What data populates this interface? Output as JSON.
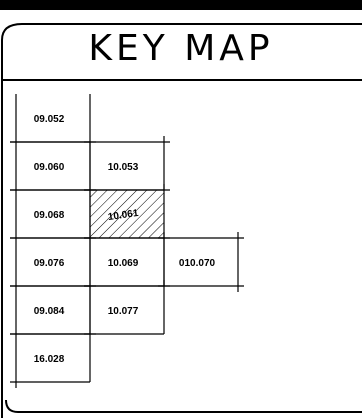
{
  "title": "KEY MAP",
  "cells": [
    {
      "label": "09.052",
      "col": 0,
      "row": 0,
      "hatched": false
    },
    {
      "label": "09.060",
      "col": 0,
      "row": 1,
      "hatched": false
    },
    {
      "label": "10.053",
      "col": 1,
      "row": 1,
      "hatched": false
    },
    {
      "label": "09.068",
      "col": 0,
      "row": 2,
      "hatched": false
    },
    {
      "label": "10.061",
      "col": 1,
      "row": 2,
      "hatched": true
    },
    {
      "label": "09.076",
      "col": 0,
      "row": 3,
      "hatched": false
    },
    {
      "label": "10.069",
      "col": 1,
      "row": 3,
      "hatched": false
    },
    {
      "label": "010.070",
      "col": 2,
      "row": 3,
      "hatched": false
    },
    {
      "label": "09.084",
      "col": 0,
      "row": 4,
      "hatched": false
    },
    {
      "label": "10.077",
      "col": 1,
      "row": 4,
      "hatched": false
    },
    {
      "label": "16.028",
      "col": 0,
      "row": 5,
      "hatched": false
    }
  ]
}
